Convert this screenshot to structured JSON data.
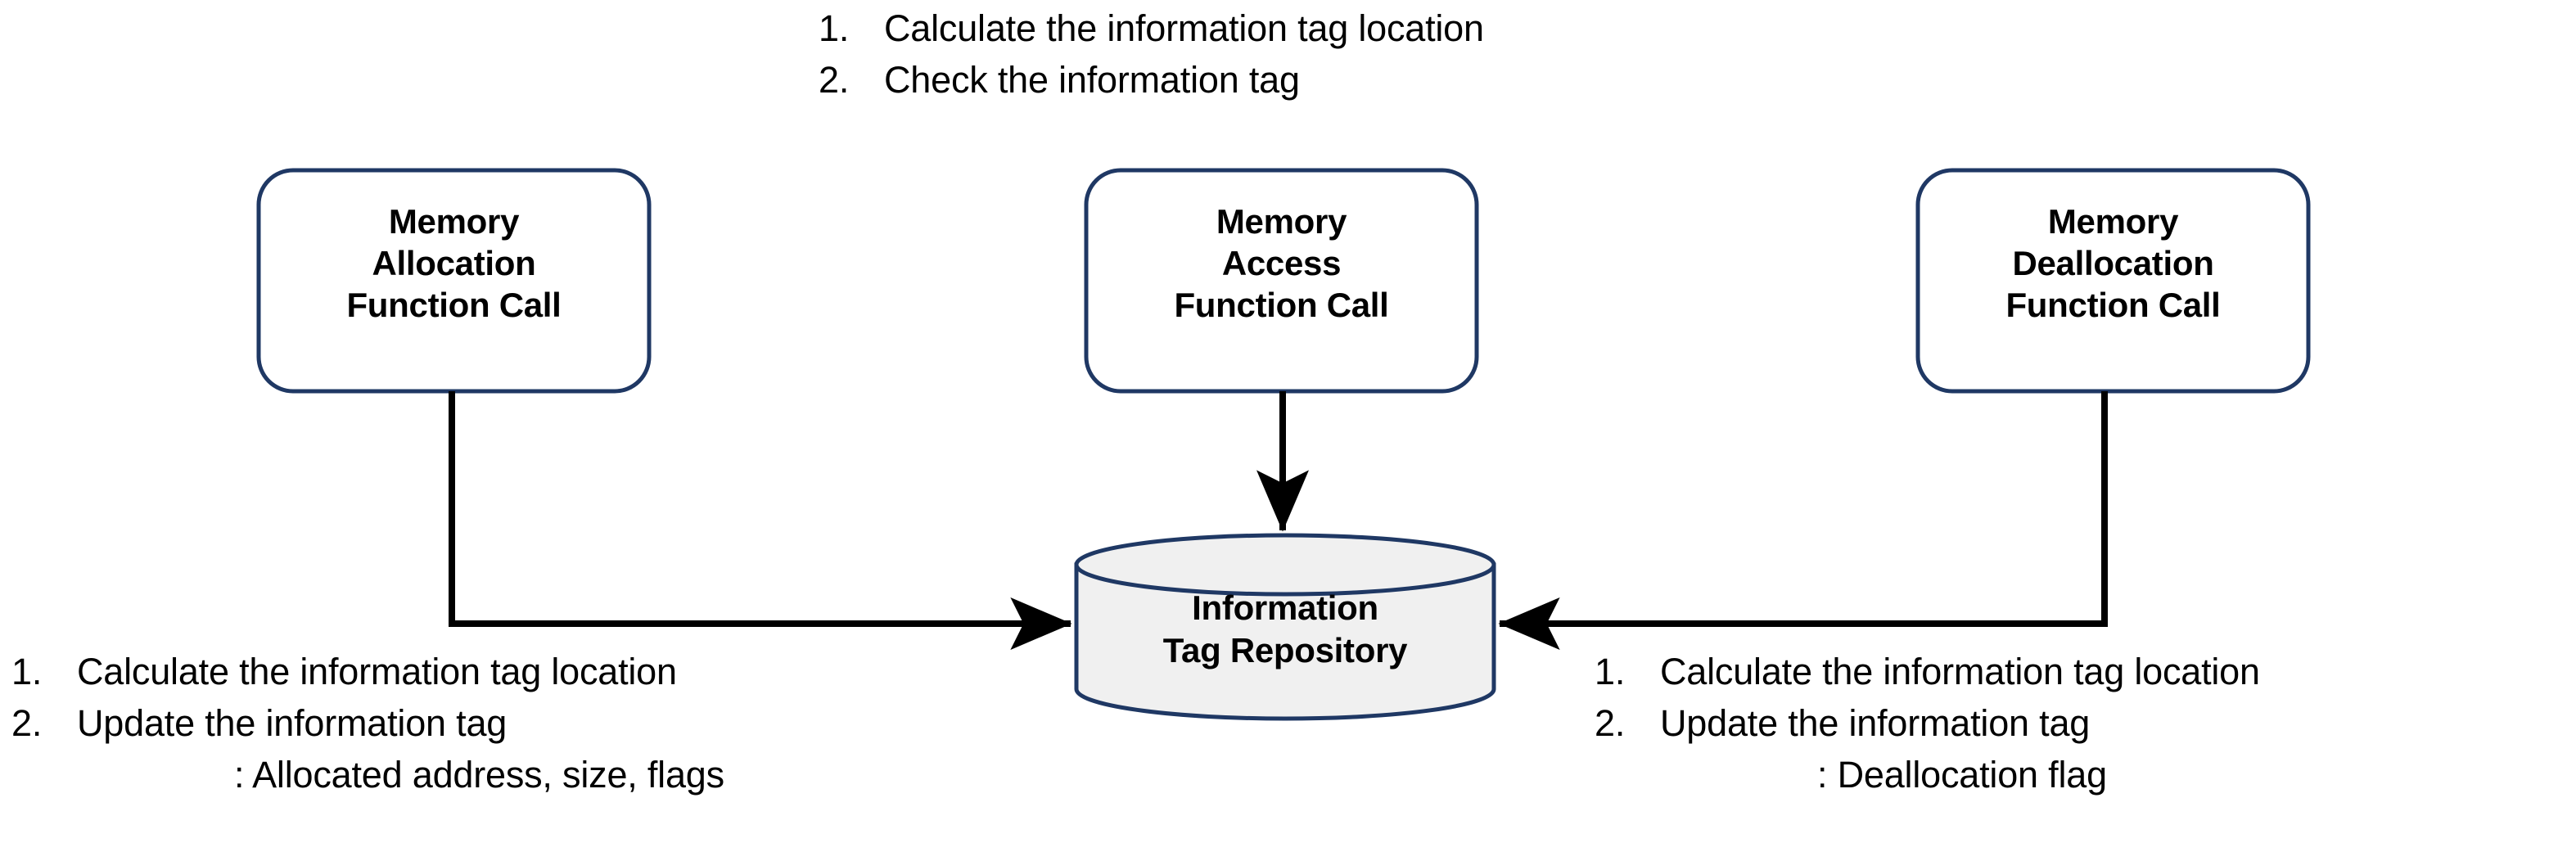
{
  "diagram": {
    "title": "Information Tag Repository access flow",
    "colors": {
      "box_border": "#1F3864",
      "cylinder_border": "#1F3864",
      "cylinder_fill": "#F0F0F0",
      "connector": "#000000",
      "text": "#000000",
      "background": "#FFFFFF"
    }
  },
  "boxes": [
    {
      "id": "memory-allocation",
      "lines": [
        "Memory",
        "Allocation",
        "Function Call"
      ]
    },
    {
      "id": "memory-access",
      "lines": [
        "Memory",
        "Access",
        "Function Call"
      ]
    },
    {
      "id": "memory-deallocation",
      "lines": [
        "Memory",
        "Deallocation",
        "Function Call"
      ]
    }
  ],
  "repository": {
    "id": "information-tag-repository",
    "lines": [
      "Information",
      "Tag Repository"
    ]
  },
  "notes": {
    "top": {
      "items": [
        {
          "num": "1.",
          "text": "Calculate the information tag location"
        },
        {
          "num": "2.",
          "text": "Check the information tag"
        }
      ],
      "sub": ""
    },
    "left": {
      "items": [
        {
          "num": "1.",
          "text": "Calculate the information tag location"
        },
        {
          "num": "2.",
          "text": "Update the information tag"
        }
      ],
      "sub": ": Allocated address, size, flags"
    },
    "right": {
      "items": [
        {
          "num": "1.",
          "text": "Calculate the information tag location"
        },
        {
          "num": "2.",
          "text": "Update the information tag"
        }
      ],
      "sub": ": Deallocation flag"
    }
  },
  "connectors": [
    {
      "id": "allocation-to-repository",
      "from": "memory-allocation",
      "to": "information-tag-repository",
      "direction": "right"
    },
    {
      "id": "access-to-repository",
      "from": "memory-access",
      "to": "information-tag-repository",
      "direction": "down"
    },
    {
      "id": "deallocation-to-repository",
      "from": "memory-deallocation",
      "to": "information-tag-repository",
      "direction": "left"
    }
  ]
}
